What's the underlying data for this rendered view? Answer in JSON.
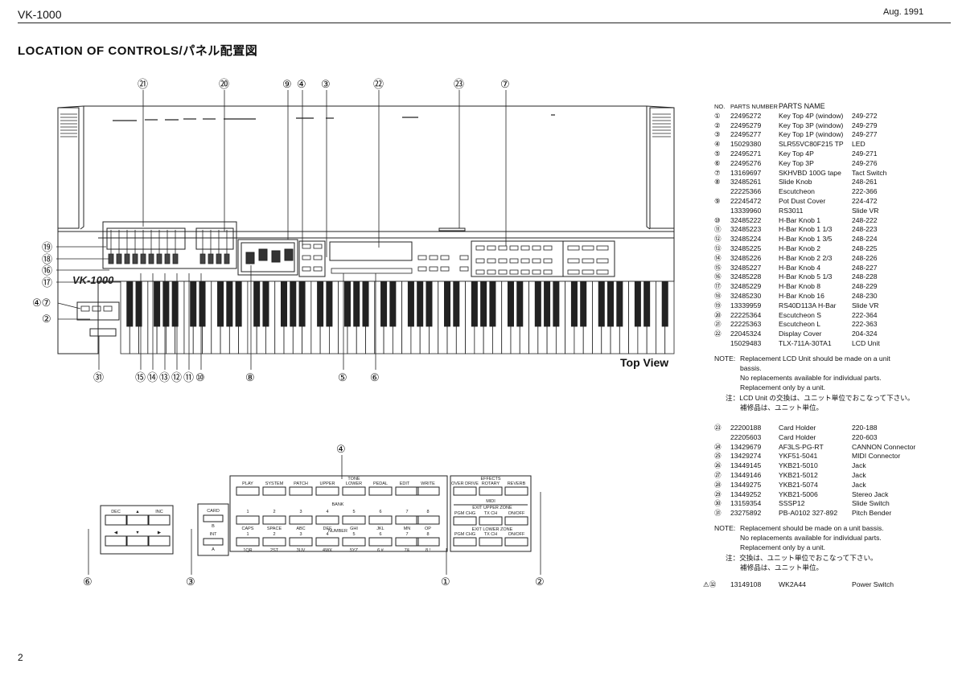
{
  "header": {
    "model": "VK-1000",
    "date": "Aug. 1991",
    "page_number": "2"
  },
  "title": "LOCATION OF CONTROLS/パネル配置図",
  "top_view_label": "Top View",
  "keyboard_logo": "VK-1000",
  "callouts": {
    "top": [
      "㉑",
      "⑳",
      "⑨",
      "④",
      "③",
      "㉒",
      "㉓",
      "⑦"
    ],
    "left": [
      "⑲",
      "⑱",
      "⑯",
      "⑰",
      "④⑦",
      "②"
    ],
    "bottom": [
      "㉛",
      "⑮",
      "⑭",
      "⑬",
      "⑫",
      "⑪",
      "⑩",
      "⑧",
      "⑤",
      "⑥"
    ],
    "detail": [
      "④",
      "⑥",
      "③",
      "①",
      "②"
    ]
  },
  "detail_panel": {
    "nav_buttons": [
      "DEC",
      "▲",
      "INC",
      "◀",
      "▼",
      "▶"
    ],
    "card_labels": [
      "CARD",
      "B",
      "INT",
      "A"
    ],
    "mode_buttons": [
      "PLAY",
      "SYSTEM",
      "PATCH",
      "UPPER",
      "LOWER",
      "PEDAL",
      "EDIT",
      "WRITE"
    ],
    "tone_label": "TONE",
    "bank_label": "BANK",
    "number_label": "NUMBER",
    "bank_numbers": [
      "1",
      "2",
      "3",
      "4",
      "5",
      "6",
      "7",
      "8"
    ],
    "bank_sub": [
      "CAPS",
      "SPACE",
      "ABC",
      "DEF",
      "GHI",
      "JKL",
      "MN",
      "OP"
    ],
    "number_sub": [
      "1QR",
      "2ST",
      "3UV",
      "4WX",
      "5YZ",
      "6 #",
      "7&",
      "8 !"
    ],
    "effects_label": "EFFECTS",
    "effects_buttons": [
      "OVER DRIVE",
      "ROTARY",
      "REVERB"
    ],
    "midi_label": "MIDI",
    "upper_zone": "EXIT UPPER ZONE",
    "lower_zone": "EXIT LOWER ZONE",
    "midi_buttons": [
      "PGM CHG",
      "TX CH",
      "ON/OFF"
    ]
  },
  "parts_header": {
    "no": "NO.",
    "pn": "PARTS NUMBER",
    "name": "PARTS NAME"
  },
  "parts": [
    {
      "no": "①",
      "pn": "22495272",
      "name": "Key Top 4P (window)",
      "code": "249-272"
    },
    {
      "no": "②",
      "pn": "22495279",
      "name": "Key Top 3P (window)",
      "code": "249-279"
    },
    {
      "no": "③",
      "pn": "22495277",
      "name": "Key Top 1P (window)",
      "code": "249-277"
    },
    {
      "no": "④",
      "pn": "15029380",
      "name": "SLR55VC80F215 TP",
      "code": "LED"
    },
    {
      "no": "⑤",
      "pn": "22495271",
      "name": "Key Top 4P",
      "code": "249-271"
    },
    {
      "no": "⑥",
      "pn": "22495276",
      "name": "Key Top 3P",
      "code": "249-276"
    },
    {
      "no": "⑦",
      "pn": "13169697",
      "name": "SKHVBD 100G tape",
      "code": "Tact Switch"
    },
    {
      "no": "⑧",
      "pn": "32485261",
      "name": "Slide Knob",
      "code": "248-261"
    },
    {
      "no": "",
      "pn": "22225366",
      "name": "Escutcheon",
      "code": "222-366"
    },
    {
      "no": "⑨",
      "pn": "22245472",
      "name": "Pot Dust Cover",
      "code": "224-472"
    },
    {
      "no": "",
      "pn": "13339960",
      "name": "RS3011",
      "code": "Slide VR"
    },
    {
      "no": "⑩",
      "pn": "32485222",
      "name": "H-Bar Knob 1",
      "code": "248-222"
    },
    {
      "no": "⑪",
      "pn": "32485223",
      "name": "H-Bar Knob 1 1/3",
      "code": "248-223"
    },
    {
      "no": "⑫",
      "pn": "32485224",
      "name": "H-Bar Knob 1 3/5",
      "code": "248-224"
    },
    {
      "no": "⑬",
      "pn": "32485225",
      "name": "H-Bar Knob 2",
      "code": "248-225"
    },
    {
      "no": "⑭",
      "pn": "32485226",
      "name": "H-Bar Knob 2 2/3",
      "code": "248-226"
    },
    {
      "no": "⑮",
      "pn": "32485227",
      "name": "H-Bar Knob 4",
      "code": "248-227"
    },
    {
      "no": "⑯",
      "pn": "32485228",
      "name": "H-Bar Knob 5 1/3",
      "code": "248-228"
    },
    {
      "no": "⑰",
      "pn": "32485229",
      "name": "H-Bar Knob 8",
      "code": "248-229"
    },
    {
      "no": "⑱",
      "pn": "32485230",
      "name": "H-Bar Knob 16",
      "code": "248-230"
    },
    {
      "no": "⑲",
      "pn": "13339959",
      "name": "RS40D113A H-Bar",
      "code": "Slide VR"
    },
    {
      "no": "⑳",
      "pn": "22225364",
      "name": "Escutcheon S",
      "code": "222-364"
    },
    {
      "no": "㉑",
      "pn": "22225363",
      "name": "Escutcheon L",
      "code": "222-363"
    },
    {
      "no": "㉒",
      "pn": "22045324",
      "name": "Display Cover",
      "code": "204-324"
    },
    {
      "no": "",
      "pn": "15029483",
      "name": "TLX-711A-30TA1",
      "code": "LCD Unit"
    }
  ],
  "note1": {
    "label": "NOTE:",
    "lines": [
      "Replacement LCD Unit should be made on a unit",
      "bassis.",
      "No replacements available for individual parts.",
      "Replacement only by a unit."
    ],
    "jp1": "注：LCD Unit の交換は、ユニット単位でおこなって下さい。",
    "jp2": "補修品は、ユニット単位。"
  },
  "parts2": [
    {
      "no": "㉓",
      "pn": "22200188",
      "name": "Card Holder",
      "code": "220-188"
    },
    {
      "no": "",
      "pn": "22205603",
      "name": "Card Holder",
      "code": "220-603"
    },
    {
      "no": "㉔",
      "pn": "13429679",
      "name": "AF3LS-PG-RT",
      "code": "CANNON Connector"
    },
    {
      "no": "㉕",
      "pn": "13429274",
      "name": "YKF51-5041",
      "code": "MIDI Connector"
    },
    {
      "no": "㉖",
      "pn": "13449145",
      "name": "YKB21-5010",
      "code": "Jack"
    },
    {
      "no": "㉗",
      "pn": "13449146",
      "name": "YKB21-5012",
      "code": "Jack"
    },
    {
      "no": "㉘",
      "pn": "13449275",
      "name": "YKB21-5074",
      "code": "Jack"
    },
    {
      "no": "㉙",
      "pn": "13449252",
      "name": "YKB21-5006",
      "code": "Stereo Jack"
    },
    {
      "no": "㉚",
      "pn": "13159354",
      "name": "SSSP12",
      "code": "Slide Switch"
    },
    {
      "no": "㉛",
      "pn": "23275892",
      "name": "PB-A0102 327-892",
      "code": "Pitch Bender"
    }
  ],
  "note2": {
    "label": "NOTE:",
    "lines": [
      "Replacement should be made on a unit bassis.",
      "No replacements available for individual parts.",
      "Replacement only by a unit."
    ],
    "jp1": "注：交換は、ユニット単位でおこなって下さい。",
    "jp2": "補修品は、ユニット単位。"
  },
  "power_part": {
    "no": "⚠㉜",
    "pn": "13149108",
    "name": "WK2A44",
    "code": "Power Switch"
  }
}
